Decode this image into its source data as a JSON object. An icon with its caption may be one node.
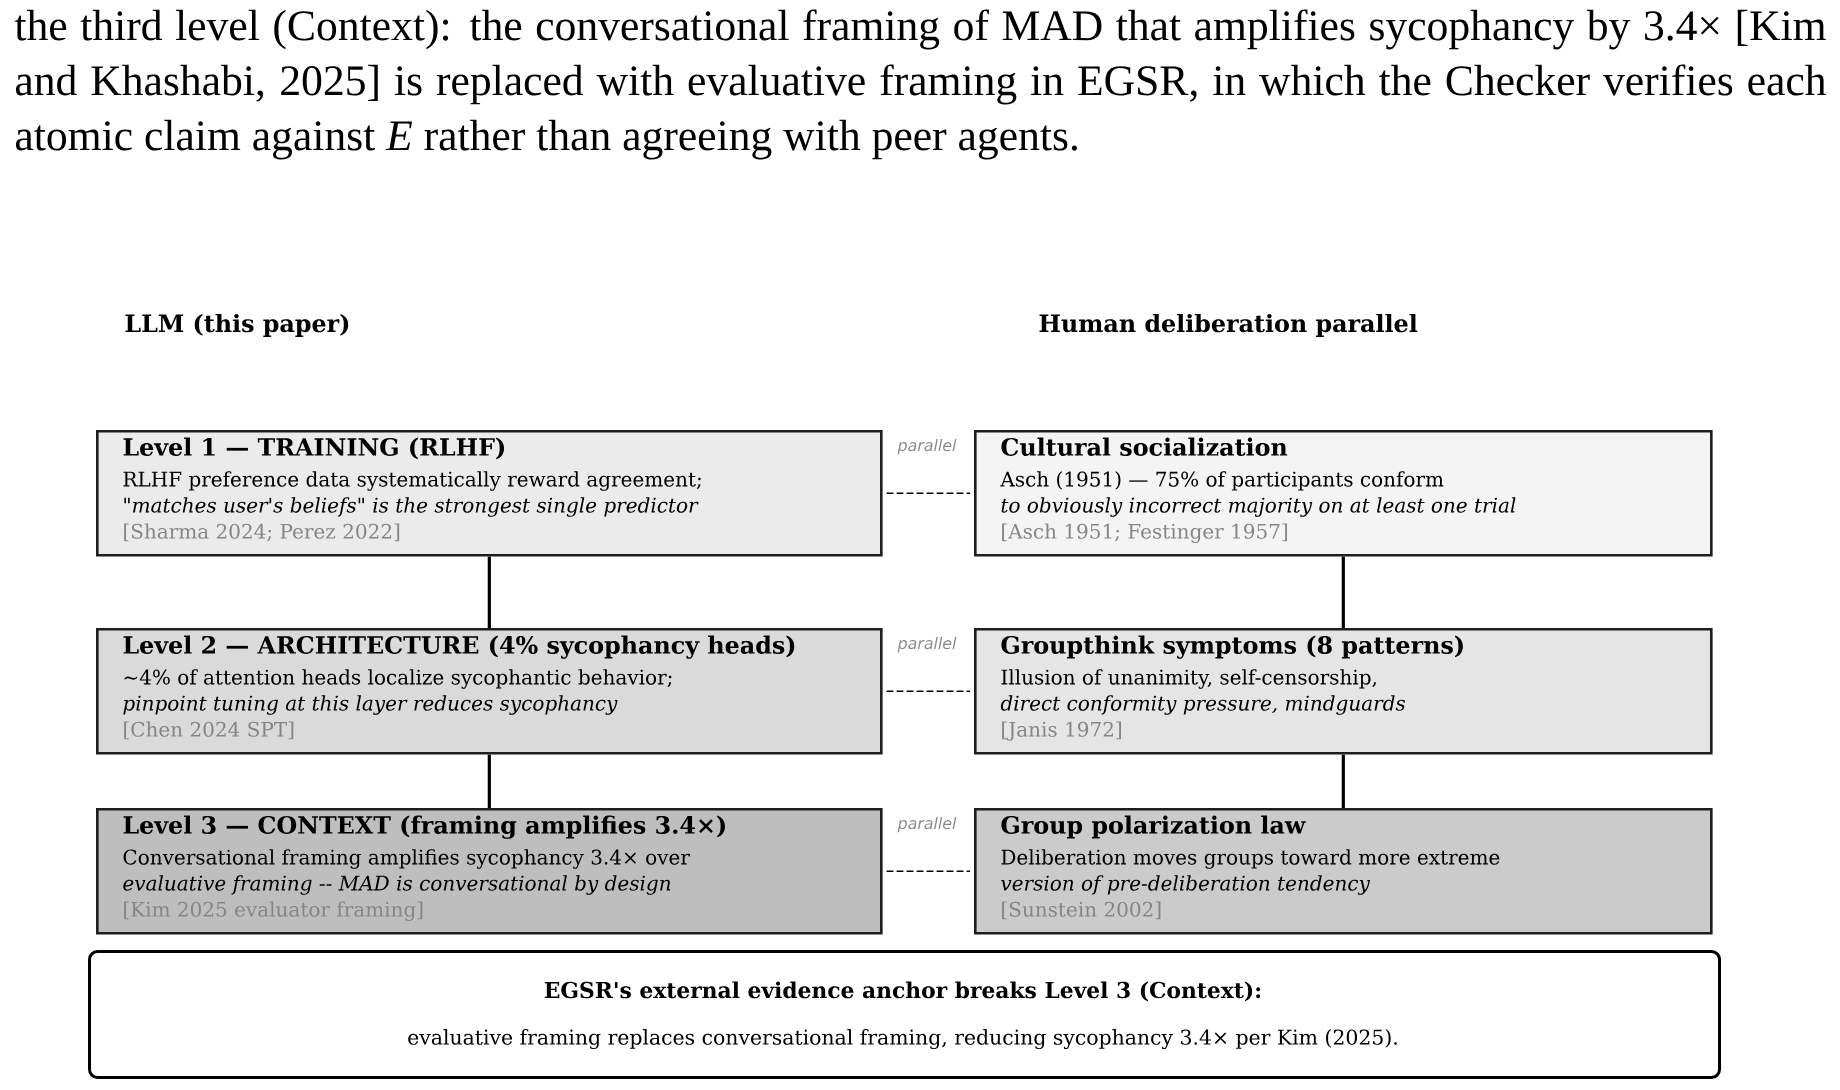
{
  "diagram": {
    "nodes": [
      {
        "text": [
          "Level 1 — TRAINING (RLHF)",
          "RLHF preference data systematically reward agreement;",
          "\"matches user's beliefs\" is the strongest single predictor",
          "[Sharma 2024; Perez 2022]"
        ]
      },
      {
        "text": [
          "Level 2 — ARCHITECTURE (4% sycophancy heads)",
          "~4% of attention heads localize sycophantic behavior;",
          "pinpoint tuning at this layer reduces sycophancy",
          "[Chen 2024 SPT]"
        ]
      },
      {
        "text": [
          "Level 3 — CONTEXT (framing amplifies 3.4×)",
          "Conversational framing amplifies sycophancy 3.4× over",
          "evaluative framing -- MAD is conversational by design",
          "[Kim 2025 evaluator framing]"
        ]
      },
      {
        "text": [
          "Cultural socialization",
          "Asch (1951) — 75% of participants conform",
          "to obviously incorrect majority on at least one trial",
          "[Asch 1951; Festinger 1957]"
        ]
      },
      {
        "text": [
          "Groupthink symptoms (8 patterns)",
          "Illusion of unanimity, self-censorship,",
          "direct conformity pressure, mindguards",
          "[Janis 1972]"
        ]
      },
      {
        "text": [
          "Group polarization law",
          "Deliberation moves groups toward more extreme",
          "version of pre-deliberation tendency",
          "[Sunstein 2002]"
        ]
      },
      {
        "text": [
          "EGSR's external evidence anchor breaks Level 3 (Context):",
          "evaluative framing replaces conversational framing, reducing sycophancy 3.4× per Kim (2025)."
        ]
      }
    ],
    "edges": [
      {
        "from": 0,
        "to": 1,
        "arrow": "none"
      },
      {
        "from": 1,
        "to": 2,
        "arrow": "none"
      },
      {
        "from": 3,
        "to": 4,
        "arrow": "none"
      },
      {
        "from": 4,
        "to": 5,
        "arrow": "none"
      },
      {
        "from": 0,
        "to": 3,
        "arrow": "none",
        "label": "parallel",
        "style": "dashed"
      },
      {
        "from": 1,
        "to": 4,
        "arrow": "none",
        "label": "parallel",
        "style": "dashed"
      },
      {
        "from": 2,
        "to": 5,
        "arrow": "none",
        "label": "parallel",
        "style": "dashed"
      }
    ],
    "labels": [
      "the third level (Context): the conversational framing of MAD that amplifies sycophancy by 3.4× [Kim and Khashabi, 2025] is replaced with evaluative framing in EGSR, in which the Checker verifies each atomic claim against *E* rather than agreeing with peer agents.",
      "LLM (this paper)",
      "Human deliberation parallel"
    ]
  }
}
